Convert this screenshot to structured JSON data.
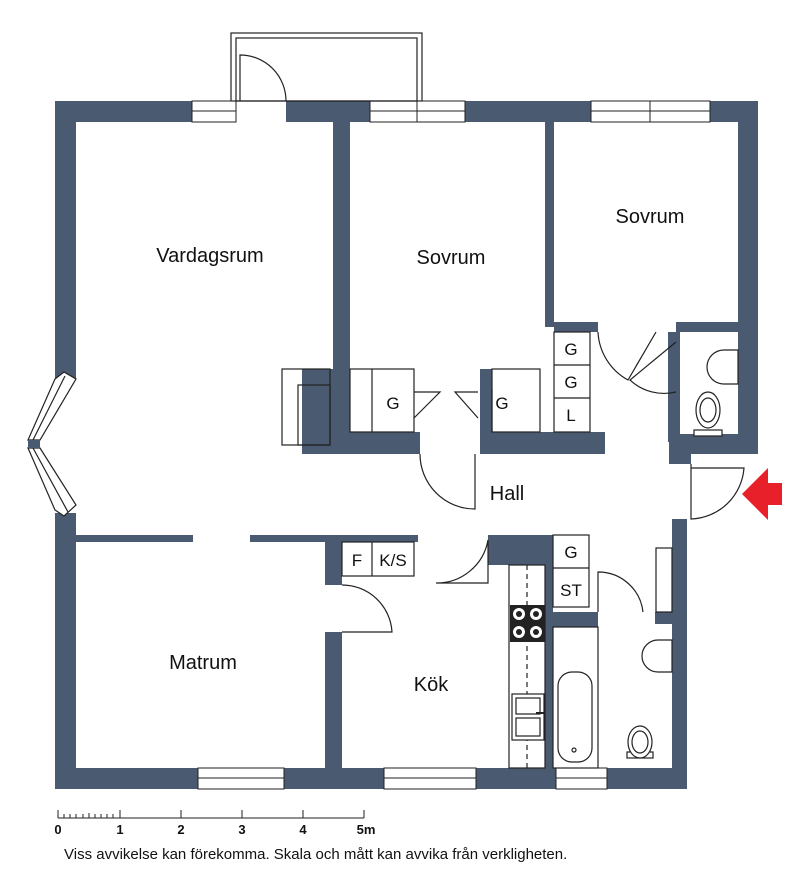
{
  "rooms": {
    "vardagsrum": "Vardagsrum",
    "sovrum_1": "Sovrum",
    "sovrum_2": "Sovrum",
    "hall": "Hall",
    "matrum": "Matrum",
    "kok": "Kök"
  },
  "storage": {
    "g_left": "G",
    "g_mid": "G",
    "g_upper_1": "G",
    "g_upper_2": "G",
    "l": "L",
    "g_kitchen": "G",
    "st": "ST",
    "f": "F",
    "ks": "K/S"
  },
  "scale": {
    "ticks": [
      "0",
      "1",
      "2",
      "3",
      "4",
      "5m"
    ]
  },
  "disclaimer": "Viss avvikelse kan förekomma. Skala och mått kan avvika från verkligheten.",
  "colors": {
    "wall": "#4a5a70",
    "entrance_arrow": "#e8202a",
    "line": "#222222"
  },
  "icons": {
    "entrance": "red-arrow-icon",
    "stove": "stove-icon",
    "sink": "sink-icon",
    "toilet": "toilet-icon",
    "bathtub": "bathtub-icon"
  }
}
